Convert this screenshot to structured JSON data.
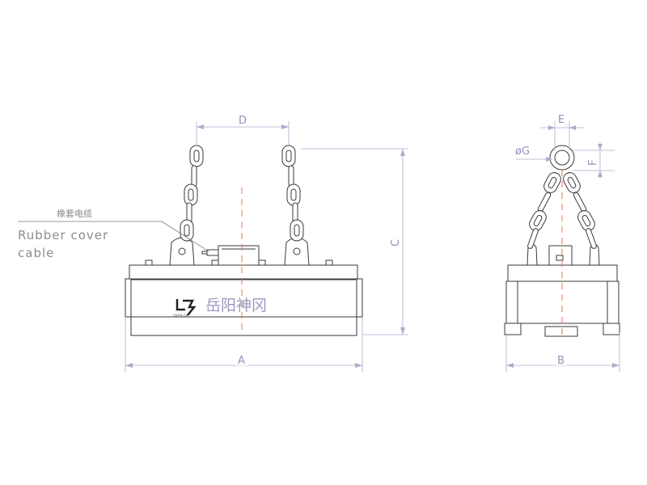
{
  "labels": {
    "dim_a": "A",
    "dim_b": "B",
    "dim_c": "C",
    "dim_d": "D",
    "dim_e": "E",
    "dim_f": "F",
    "dim_g": "øG"
  },
  "callout": {
    "chinese": "橡套电缆",
    "english_line1": "Rubber cover",
    "english_line2": "cable"
  },
  "brand": {
    "name_cn": "岳阳神冈",
    "logo_small": "SHEN GA"
  },
  "colors": {
    "outline": "#3a3a3a",
    "dimension": "#b4a8cc",
    "centerline": "#e8744a",
    "brand_text": "#9f97c2"
  }
}
